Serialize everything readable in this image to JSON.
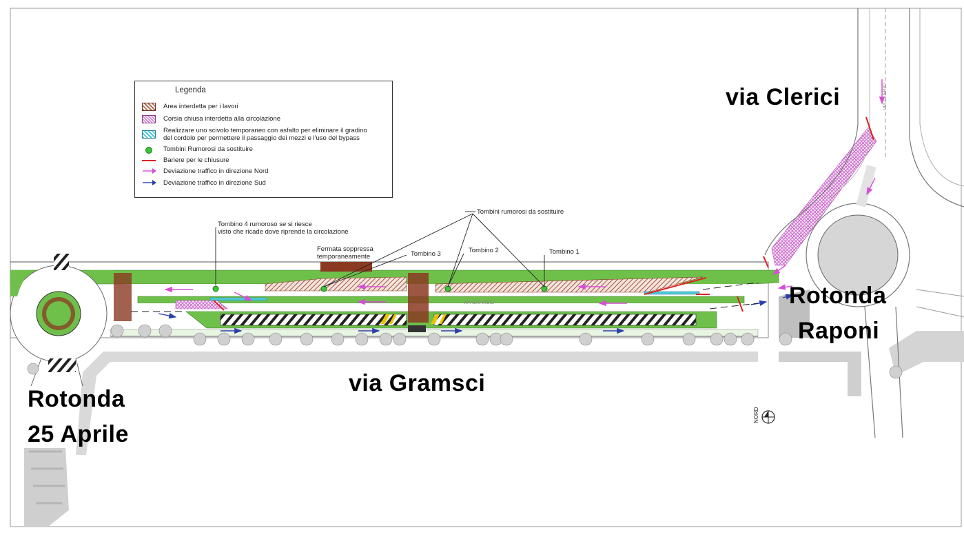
{
  "legend": {
    "title": "Legenda",
    "items": [
      {
        "symbol": "hatch-brown",
        "text": "Area interdetta per i lavori"
      },
      {
        "symbol": "hatch-pink",
        "text": "Corsia chiusa interdetta alla circolazione"
      },
      {
        "symbol": "hatch-cyan",
        "text": "Realizzare uno scivolo temporaneo con asfalto per eliminare il gradino del cordolo per permettere il passaggio dei mezzi e l'uso del bypass"
      },
      {
        "symbol": "green-dot",
        "text": "Tombini Rumorosi da sostituire"
      },
      {
        "symbol": "red-line",
        "text": "Bariere per le chiusure"
      },
      {
        "symbol": "magenta-arrow",
        "text": "Deviazione traffico in direzione Nord"
      },
      {
        "symbol": "blue-arrow",
        "text": "Deviazione traffico in direzione Sud"
      }
    ]
  },
  "places": {
    "via_clerici": "via Clerici",
    "rotonda_raponi_1": "Rotonda",
    "rotonda_raponi_2": "Raponi",
    "via_gramsci": "via Gramsci",
    "rotonda_25_1": "Rotonda",
    "rotonda_25_2": "25 Aprile"
  },
  "annotations": {
    "tombino4_line1": "Tombino 4 rumoroso se si riesce",
    "tombino4_line2": "visto che ricade dove riprende la circolazione",
    "fermata_line1": "Fermata soppressa",
    "fermata_line2": "temporaneamente",
    "tombini_rumorosi": "Tombini rumorosi da sostituire",
    "tombino3": "Tombino 3",
    "tombino2": "Tombino 2",
    "tombino1": "Tombino 1",
    "via_gramsci_small": "VIA GRAMSCI",
    "via_clerici_small": "VIA CLERICI",
    "nord": "NORD"
  },
  "colors": {
    "green": "#6fbf4b",
    "brown": "#8b3a22",
    "pink_hatch": "#d27fd2",
    "red_barrier": "#dd2222",
    "magenta_arrow": "#d84cd8",
    "blue_arrow": "#2b3fa8",
    "tombino": "#39c43a"
  }
}
